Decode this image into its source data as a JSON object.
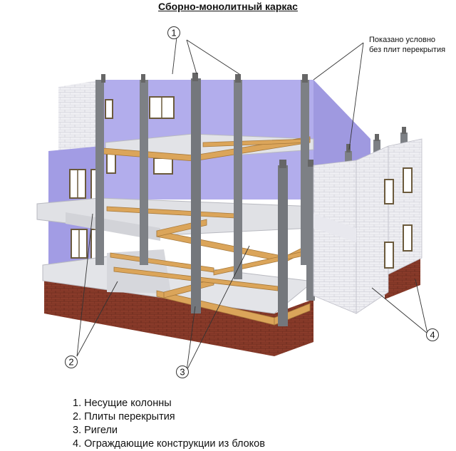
{
  "title": "Сборно-монолитный каркас",
  "note": {
    "line1": "Показано условно",
    "line2": "без плит перекрытия"
  },
  "callouts": [
    {
      "num": "1"
    },
    {
      "num": "2"
    },
    {
      "num": "3"
    },
    {
      "num": "4"
    }
  ],
  "legend": [
    "1. Несущие колонны",
    "2. Плиты перекрытия",
    "3. Ригели",
    "4. Ограждающие конструкции из блоков"
  ],
  "colors": {
    "wall_purple": "#a8a3e6",
    "wall_purple_dark": "#8f89d6",
    "block_white": "#ececf0",
    "brick": "#8a3b2a",
    "column": "#7a7d82",
    "beam": "#d9a456",
    "slab": "#d9dadf"
  }
}
